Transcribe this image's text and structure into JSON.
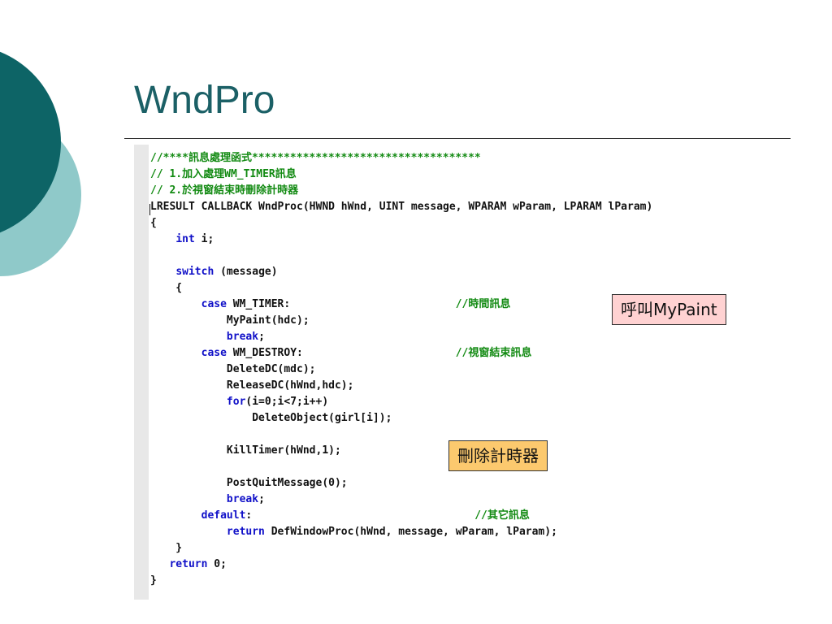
{
  "slide": {
    "title": "WndPro"
  },
  "colors": {
    "title": "#1b6066",
    "circle_dark": "#0d6466",
    "circle_light": "#8fc9c9",
    "comment": "#128a12",
    "keyword": "#1010c8",
    "callout_pink": "#ffd2d2",
    "callout_orange": "#fcc96e"
  },
  "code": {
    "lines": [
      [
        {
          "t": "//****訊息處理函式************************************",
          "c": "comment"
        }
      ],
      [
        {
          "t": "// 1.加入處理WM_TIMER訊息",
          "c": "comment"
        }
      ],
      [
        {
          "t": "// 2.於視窗結束時刪除計時器",
          "c": "comment"
        }
      ],
      [
        {
          "t": "LRESULT CALLBACK WndProc(HWND hWnd, UINT message, WPARAM wParam, LPARAM lParam)",
          "c": "plain"
        }
      ],
      [
        {
          "t": "{",
          "c": "plain"
        }
      ],
      [
        {
          "t": "    ",
          "c": "plain"
        },
        {
          "t": "int",
          "c": "keyword"
        },
        {
          "t": " i;",
          "c": "plain"
        }
      ],
      [
        {
          "t": "",
          "c": "plain"
        }
      ],
      [
        {
          "t": "    ",
          "c": "plain"
        },
        {
          "t": "switch",
          "c": "keyword"
        },
        {
          "t": " (message)",
          "c": "plain"
        }
      ],
      [
        {
          "t": "    {",
          "c": "plain"
        }
      ],
      [
        {
          "t": "        ",
          "c": "plain"
        },
        {
          "t": "case",
          "c": "keyword"
        },
        {
          "t": " WM_TIMER:                          ",
          "c": "plain"
        },
        {
          "t": "//時間訊息",
          "c": "comment"
        }
      ],
      [
        {
          "t": "            MyPaint(hdc);",
          "c": "plain"
        }
      ],
      [
        {
          "t": "            ",
          "c": "plain"
        },
        {
          "t": "break",
          "c": "keyword"
        },
        {
          "t": ";",
          "c": "plain"
        }
      ],
      [
        {
          "t": "        ",
          "c": "plain"
        },
        {
          "t": "case",
          "c": "keyword"
        },
        {
          "t": " WM_DESTROY:                        ",
          "c": "plain"
        },
        {
          "t": "//視窗結束訊息",
          "c": "comment"
        }
      ],
      [
        {
          "t": "            DeleteDC(mdc);",
          "c": "plain"
        }
      ],
      [
        {
          "t": "            ReleaseDC(hWnd,hdc);",
          "c": "plain"
        }
      ],
      [
        {
          "t": "            ",
          "c": "plain"
        },
        {
          "t": "for",
          "c": "keyword"
        },
        {
          "t": "(i=0;i<7;i++)",
          "c": "plain"
        }
      ],
      [
        {
          "t": "                DeleteObject(girl[i]);",
          "c": "plain"
        }
      ],
      [
        {
          "t": "",
          "c": "plain"
        }
      ],
      [
        {
          "t": "            KillTimer(hWnd,1);",
          "c": "plain"
        }
      ],
      [
        {
          "t": "",
          "c": "plain"
        }
      ],
      [
        {
          "t": "            PostQuitMessage(0);",
          "c": "plain"
        }
      ],
      [
        {
          "t": "            ",
          "c": "plain"
        },
        {
          "t": "break",
          "c": "keyword"
        },
        {
          "t": ";",
          "c": "plain"
        }
      ],
      [
        {
          "t": "        ",
          "c": "plain"
        },
        {
          "t": "default",
          "c": "keyword"
        },
        {
          "t": ":                                   ",
          "c": "plain"
        },
        {
          "t": "//其它訊息",
          "c": "comment"
        }
      ],
      [
        {
          "t": "            ",
          "c": "plain"
        },
        {
          "t": "return",
          "c": "keyword"
        },
        {
          "t": " DefWindowProc(hWnd, message, wParam, lParam);",
          "c": "plain"
        }
      ],
      [
        {
          "t": "    }",
          "c": "plain"
        }
      ],
      [
        {
          "t": "   ",
          "c": "plain"
        },
        {
          "t": "return",
          "c": "keyword"
        },
        {
          "t": " 0;",
          "c": "plain"
        }
      ],
      [
        {
          "t": "}",
          "c": "plain"
        }
      ]
    ]
  },
  "callouts": {
    "mypaint": "呼叫MyPaint",
    "killtimer": "刪除計時器"
  }
}
